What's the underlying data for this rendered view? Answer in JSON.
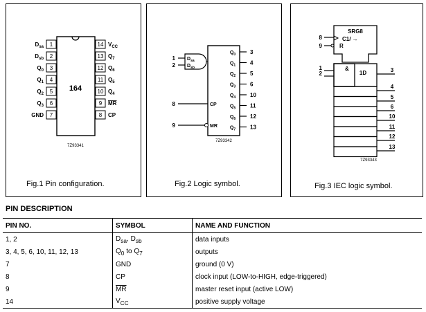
{
  "fig1": {
    "caption": "Fig.1  Pin configuration.",
    "chip": "164",
    "code": "7Z93341",
    "left_pins": [
      {
        "num": "1",
        "label": "Dsa"
      },
      {
        "num": "2",
        "label": "Dsb"
      },
      {
        "num": "3",
        "label": "Q0"
      },
      {
        "num": "4",
        "label": "Q1"
      },
      {
        "num": "5",
        "label": "Q2"
      },
      {
        "num": "6",
        "label": "Q3"
      },
      {
        "num": "7",
        "label": "GND"
      }
    ],
    "right_pins": [
      {
        "num": "14",
        "label": "VCC"
      },
      {
        "num": "13",
        "label": "Q7"
      },
      {
        "num": "12",
        "label": "Q6"
      },
      {
        "num": "11",
        "label": "Q5"
      },
      {
        "num": "10",
        "label": "Q4"
      },
      {
        "num": "9",
        "label": "MR"
      },
      {
        "num": "8",
        "label": "CP"
      }
    ]
  },
  "fig2": {
    "caption": "Fig.2  Logic symbol.",
    "code": "7Z93342",
    "inputs": [
      {
        "num": "1",
        "label": "Dsa"
      },
      {
        "num": "2",
        "label": "Dsb"
      },
      {
        "num": "8",
        "label": "CP"
      },
      {
        "num": "9",
        "label": "MR"
      }
    ],
    "outputs": [
      {
        "num": "3",
        "label": "Q0"
      },
      {
        "num": "4",
        "label": "Q1"
      },
      {
        "num": "5",
        "label": "Q2"
      },
      {
        "num": "6",
        "label": "Q3"
      },
      {
        "num": "10",
        "label": "Q4"
      },
      {
        "num": "11",
        "label": "Q5"
      },
      {
        "num": "12",
        "label": "Q6"
      },
      {
        "num": "13",
        "label": "Q7"
      }
    ]
  },
  "fig3": {
    "caption": "Fig.3  IEC logic symbol.",
    "code": "7Z93343",
    "block": "SRG8",
    "clock": "C1/ →",
    "reset": "R",
    "and_label": "&",
    "data_label": "1D",
    "inputs": [
      "8",
      "9",
      "1",
      "2"
    ],
    "outputs": [
      "3",
      "4",
      "5",
      "6",
      "10",
      "11",
      "12",
      "13"
    ]
  },
  "pin_description": {
    "title": "PIN DESCRIPTION",
    "headers": [
      "PIN NO.",
      "SYMBOL",
      "NAME AND FUNCTION"
    ],
    "rows": [
      {
        "pin": "1, 2",
        "symbol": "Dsa, Dsb",
        "function": "data inputs"
      },
      {
        "pin": "3, 4, 5, 6, 10, 11, 12, 13",
        "symbol": "Q0 to Q7",
        "function": "outputs"
      },
      {
        "pin": "7",
        "symbol": "GND",
        "function": "ground (0 V)"
      },
      {
        "pin": "8",
        "symbol": "CP",
        "function": "clock input (LOW-to-HIGH, edge-triggered)"
      },
      {
        "pin": "9",
        "symbol": "MR",
        "function": "master reset input (active LOW)"
      },
      {
        "pin": "14",
        "symbol": "VCC",
        "function": "positive supply voltage"
      }
    ]
  }
}
